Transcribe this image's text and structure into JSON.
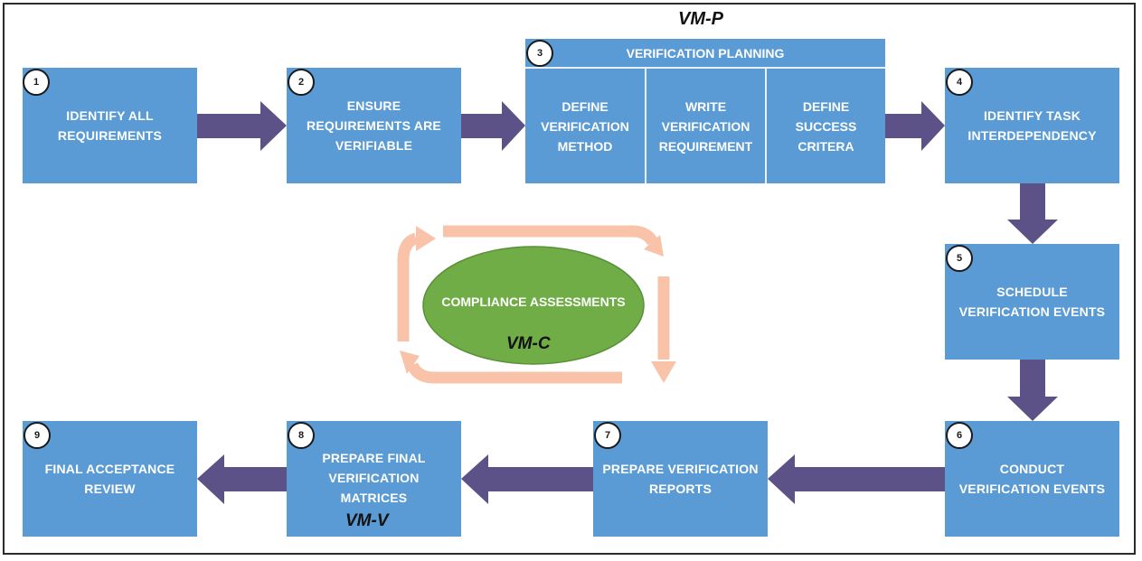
{
  "labels": {
    "vm_p": "VM-P",
    "vm_c": "VM-C",
    "vm_v": "VM-V"
  },
  "steps": {
    "s1": {
      "num": "1",
      "text": "IDENTIFY ALL\nREQUIREMENTS"
    },
    "s2": {
      "num": "2",
      "text": "ENSURE\nREQUIREMENTS ARE\nVERIFIABLE"
    },
    "s3": {
      "num": "3",
      "title": "VERIFICATION PLANNING",
      "sub1": "DEFINE\nVERIFICATION\nMETHOD",
      "sub2": "WRITE\nVERIFICATION\nREQUIREMENT",
      "sub3": "DEFINE\nSUCCESS\nCRITERA"
    },
    "s4": {
      "num": "4",
      "text": "IDENTIFY TASK\nINTERDEPENDENCY"
    },
    "s5": {
      "num": "5",
      "text": "SCHEDULE\nVERIFICATION EVENTS"
    },
    "s6": {
      "num": "6",
      "text": "CONDUCT\nVERIFICATION EVENTS"
    },
    "s7": {
      "num": "7",
      "text": "PREPARE VERIFICATION\nREPORTS"
    },
    "s8": {
      "num": "8",
      "text": "PREPARE FINAL\nVERIFICATION\nMATRICES"
    },
    "s9": {
      "num": "9",
      "text": "FINAL ACCEPTANCE\nREVIEW"
    }
  },
  "center": {
    "text": "COMPLIANCE ASSESSMENTS"
  },
  "colors": {
    "box": "#5b9bd5",
    "arrow": "#5c5288",
    "ellipse": "#70ad47",
    "cycle": "#f8c3a8"
  }
}
